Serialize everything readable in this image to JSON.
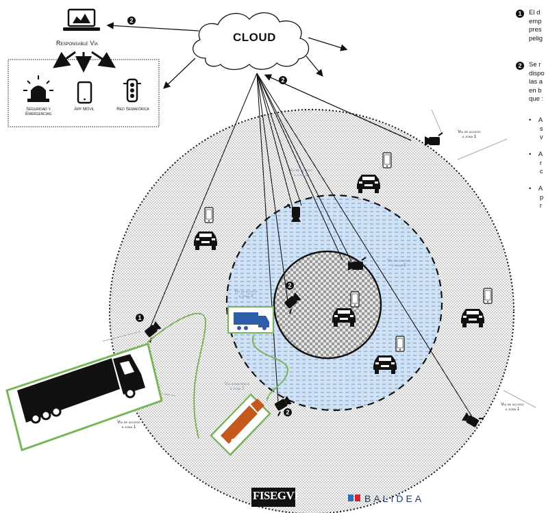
{
  "cloud_label": "CLOUD",
  "badges": {
    "one": "1",
    "two": "2"
  },
  "responsable": {
    "title": "Responsable Vía",
    "icons": [
      {
        "label_1": "Seguridad y",
        "label_2": "Emergencias",
        "icon": "siren-icon"
      },
      {
        "label_1": "App Móvil",
        "label_2": "",
        "icon": "smartphone-icon"
      },
      {
        "label_1": "Red Semafórica",
        "label_2": "",
        "icon": "traffic-light-icon"
      }
    ]
  },
  "access_labels": {
    "line1": "Vía de acceso",
    "line2": "a zona 1",
    "zone2_line2": "a zona 2",
    "zone3_line2": "a zona 3",
    "semaforica_1": "Vía semafórica",
    "semaforica_2": "a zona 2"
  },
  "right_text": {
    "p1_lines": [
      "El d",
      "emp",
      "pres",
      "pelig"
    ],
    "p2_lines": [
      "Se r",
      "dispo",
      "las a",
      "en b",
      "que :"
    ],
    "bullets": [
      [
        "A",
        "s",
        "v"
      ],
      [
        "A",
        "r",
        "c"
      ],
      [
        "A",
        "p",
        "r"
      ]
    ]
  },
  "logos": {
    "fisegvi": "FISEGVI",
    "balidea": "BALIDEA"
  },
  "colors": {
    "green_box": "#79b45a",
    "blue_zone": "#a9c8e6",
    "truck_blue": "#2d5ca8",
    "truck_orange": "#c4581d",
    "balidea_blue": "#1f3b64",
    "balidea_red": "#d8222b"
  }
}
